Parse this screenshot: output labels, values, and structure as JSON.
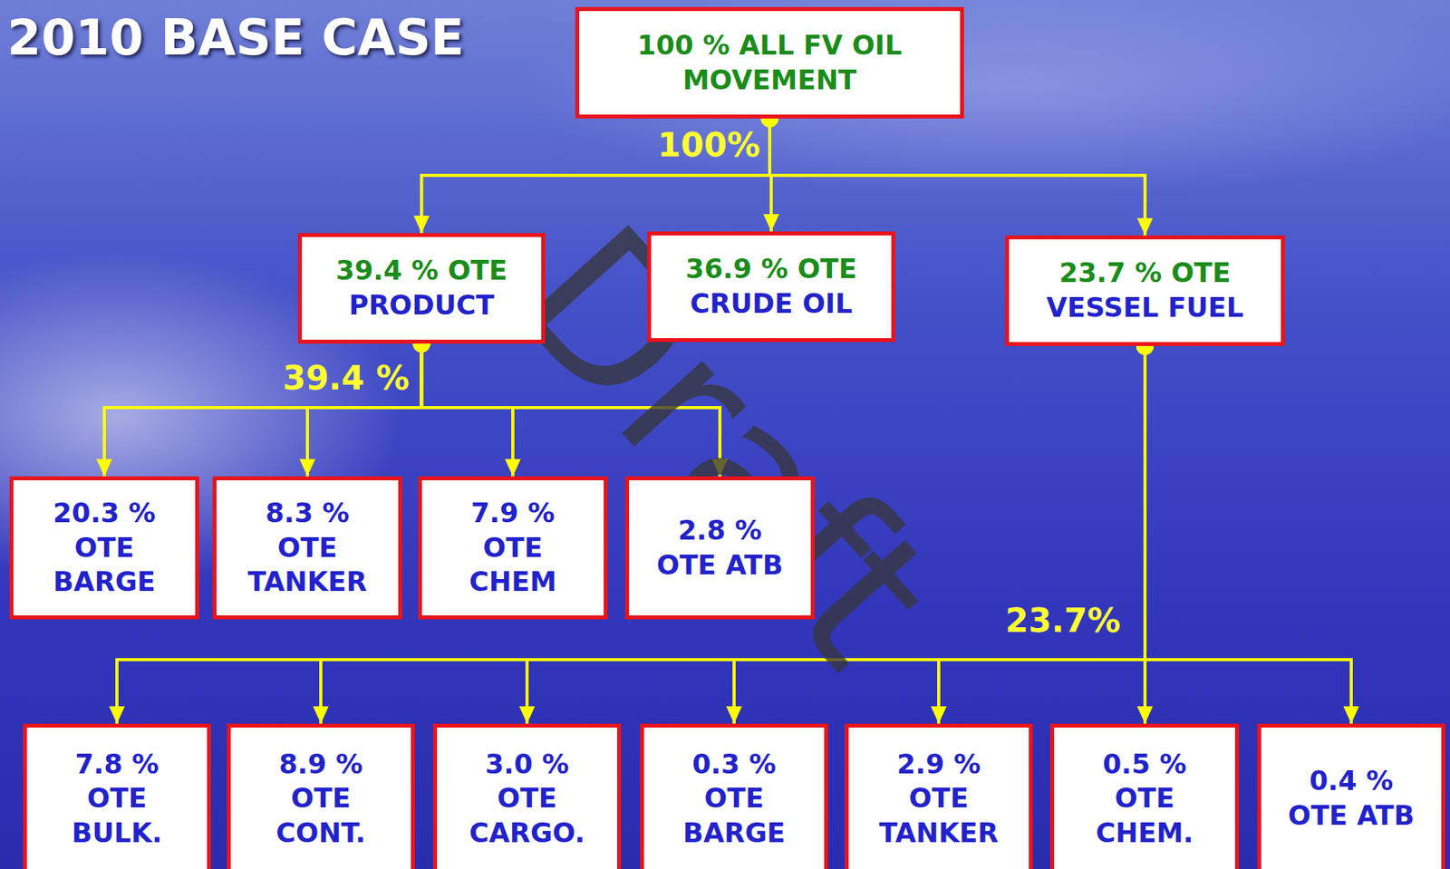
{
  "diagram": {
    "title": "2010 BASE CASE",
    "nodes": [
      {
        "text": [
          "100 % ALL FV OIL MOVEMENT"
        ]
      },
      {
        "text": [
          "39.4 % OTE",
          "PRODUCT"
        ]
      },
      {
        "text": [
          "36.9 % OTE",
          "CRUDE OIL"
        ]
      },
      {
        "text": [
          "23.7 % OTE",
          "VESSEL FUEL"
        ]
      },
      {
        "text": [
          "20.3 % OTE BARGE"
        ]
      },
      {
        "text": [
          "8.3 % OTE TANKER"
        ]
      },
      {
        "text": [
          "7.9 % OTE CHEM"
        ]
      },
      {
        "text": [
          "2.8 % OTE ATB"
        ]
      },
      {
        "text": [
          "7.8 % OTE BULK."
        ]
      },
      {
        "text": [
          "8.9 % OTE CONT."
        ]
      },
      {
        "text": [
          "3.0 % OTE CARGO."
        ]
      },
      {
        "text": [
          "0.3 % OTE BARGE"
        ]
      },
      {
        "text": [
          "2.9 % OTE TANKER"
        ]
      },
      {
        "text": [
          "0.5 % OTE CHEM."
        ]
      },
      {
        "text": [
          "0.4 % OTE ATB"
        ]
      }
    ],
    "edges": [
      {
        "from": 0,
        "to": 1,
        "arrow": "to"
      },
      {
        "from": 0,
        "to": 2,
        "arrow": "to"
      },
      {
        "from": 0,
        "to": 3,
        "arrow": "to"
      },
      {
        "from": 1,
        "to": 4,
        "arrow": "to"
      },
      {
        "from": 1,
        "to": 5,
        "arrow": "to"
      },
      {
        "from": 1,
        "to": 6,
        "arrow": "to"
      },
      {
        "from": 1,
        "to": 7,
        "arrow": "to"
      },
      {
        "from": 3,
        "to": 8,
        "arrow": "to"
      },
      {
        "from": 3,
        "to": 9,
        "arrow": "to"
      },
      {
        "from": 3,
        "to": 10,
        "arrow": "to"
      },
      {
        "from": 3,
        "to": 11,
        "arrow": "to"
      },
      {
        "from": 3,
        "to": 12,
        "arrow": "to"
      },
      {
        "from": 3,
        "to": 13,
        "arrow": "to"
      },
      {
        "from": 3,
        "to": 14,
        "arrow": "to"
      }
    ],
    "labels": [
      "100%",
      "39.4 %",
      "23.7%",
      "Draft"
    ]
  }
}
